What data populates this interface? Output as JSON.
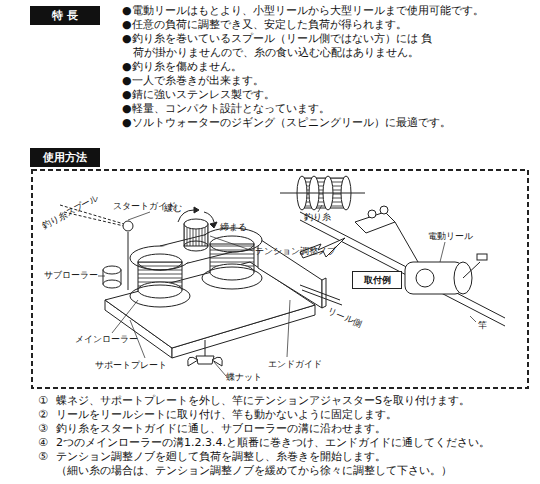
{
  "diagram": {
    "nodes": [
      {
        "text": [
          "特 長"
        ]
      },
      {
        "text": [
          "使用方法"
        ]
      },
      {
        "text": [
          "取付例"
        ]
      }
    ],
    "labels": [
      "●電動リールはもとより、小型リールから大型リールまで使用可能です。",
      "●任意の負荷に調整でき又、安定した負荷が得られます。",
      "●釣り糸を巻いているスプール（リール側ではない方）には 負荷が掛かりませんので、糸の食い込む心配はありません。",
      "●釣り糸を傷めません。",
      "●一人で糸巻きが出来ます。",
      "●錆に強いステンレス製です。",
      "●軽量、コンパクト設計となっています。",
      "●ソルトウォーターのジギング（スピニングリール）に最適です。",
      "釣り糸スプール",
      "スタートガイド",
      "緩む",
      "締まる",
      "テンション調整ノブ",
      "サブローラー",
      "釣り糸",
      "電動リール",
      "リール側",
      "メインローラー",
      "エンドガイド",
      "サポートプレート",
      "蝶ナット",
      "竿",
      "①",
      "蝶ネジ、サポートプレートを外し、竿にテンションアジャスターSを取り付けます。",
      "②",
      "リールをリールシートに取り付け、竿も動かないように固定します。",
      "③",
      "釣り糸をスタートガイドに通し、サブローラーの溝に沿わせます。",
      "④",
      "2つのメインローラーの溝1.2.3.4.と順番に巻きつけ、エンドガイドに通してください。",
      "⑤",
      "テンション調整ノブを廻して負荷を調整し、糸巻きを開始します。",
      "（細い糸の場合は、テンション調整ノブを緩めてから徐々に調整して下さい。）"
    ]
  }
}
